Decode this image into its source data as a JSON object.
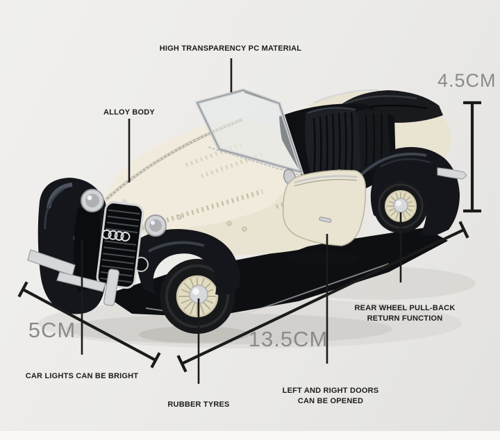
{
  "labels": {
    "pc_material": "HIGH TRANSPARENCY PC MATERIAL",
    "alloy_body": "ALLOY BODY",
    "car_lights": "CAR LIGHTS CAN BE BRIGHT",
    "rubber_tyres": "RUBBER TYRES",
    "doors_line1": "LEFT AND RIGHT DOORS",
    "doors_line2": "CAN BE OPENED",
    "rear_wheel_line1": "REAR WHEEL PULL-BACK",
    "rear_wheel_line2": "RETURN FUNCTION"
  },
  "dimensions": {
    "height_cm": "4.5CM",
    "front_width_cm": "5CM",
    "length_cm": "13.5CM"
  },
  "colors": {
    "background": "#ecebe8",
    "body_cream": "#e9e3d1",
    "body_cream_light": "#f0ebdc",
    "fender_black": "#14161b",
    "chrome": "#d6d7d9",
    "tire_black": "#17181a",
    "rim_cream": "#e2dcc2",
    "annotation_black": "#1b1b1b",
    "dimension_gray": "#8a8a8a"
  }
}
